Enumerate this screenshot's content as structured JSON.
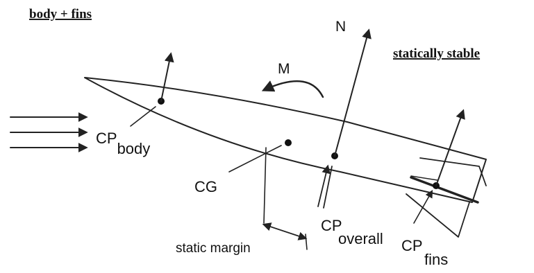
{
  "headings": {
    "left": "body + fins",
    "right": "statically stable"
  },
  "labels": {
    "normal_force": "N",
    "moment": "M",
    "cg": "CG",
    "static_margin": "static margin",
    "cp_body": {
      "base": "CP",
      "sub": "body"
    },
    "cp_overall": {
      "base": "CP",
      "sub": "overall"
    },
    "cp_fins": {
      "base": "CP",
      "sub": "fins"
    }
  },
  "colors": {
    "ink": "#222222",
    "background": "#ffffff"
  }
}
